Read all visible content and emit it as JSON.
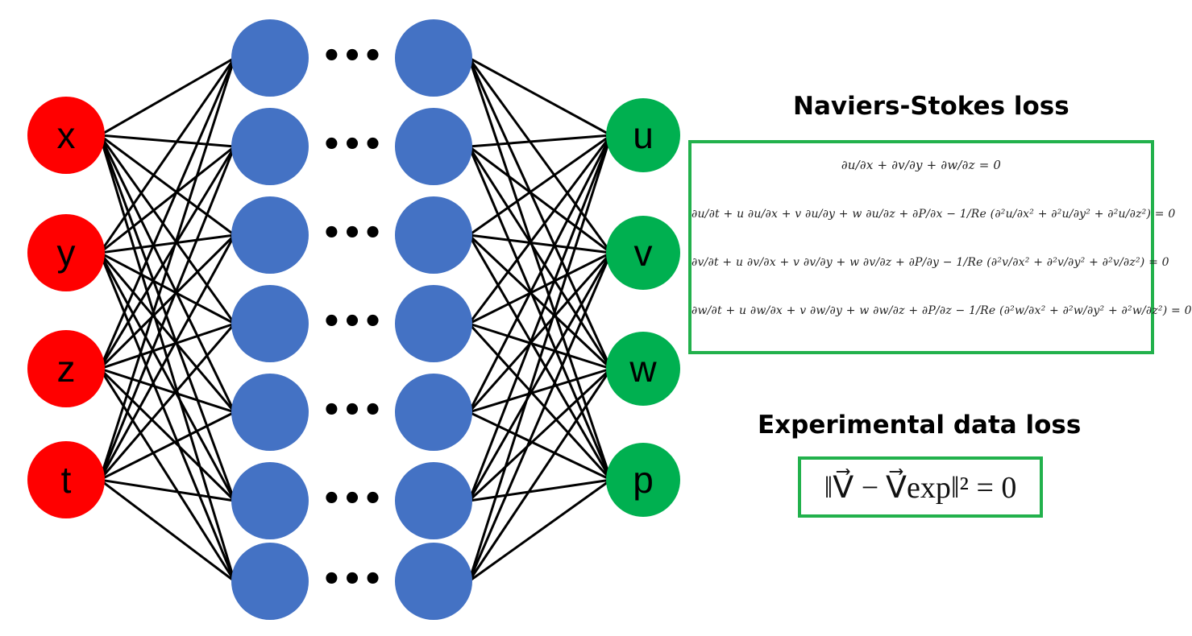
{
  "inputs": [
    "x",
    "y",
    "z",
    "t"
  ],
  "outputs": [
    "u",
    "v",
    "w",
    "p"
  ],
  "ellipsis": "•••",
  "colors": {
    "input_node": "#ff0000",
    "hidden_node": "#4472c4",
    "output_node": "#00b050",
    "edge": "#000000",
    "box_border": "#22b14c"
  },
  "ns_title": "Naviers-Stokes loss",
  "ns_equations": [
    "∂u/∂x + ∂v/∂y + ∂w/∂z = 0",
    "∂u/∂t + u ∂u/∂x + v ∂u/∂y + w ∂u/∂z + ∂P/∂x − 1/Re (∂²u/∂x² + ∂²u/∂y² + ∂²u/∂z²) = 0",
    "∂v/∂t + u ∂v/∂x + v ∂v/∂y + w ∂v/∂z + ∂P/∂y − 1/Re (∂²v/∂x² + ∂²v/∂y² + ∂²v/∂z²) = 0",
    "∂w/∂t + u ∂w/∂x + v ∂w/∂y + w ∂w/∂z + ∂P/∂z − 1/Re (∂²w/∂x² + ∂²w/∂y² + ∂²w/∂z²) = 0"
  ],
  "exp_title": "Experimental data loss",
  "exp_equation": "‖V⃗ − V⃗exp‖² = 0"
}
